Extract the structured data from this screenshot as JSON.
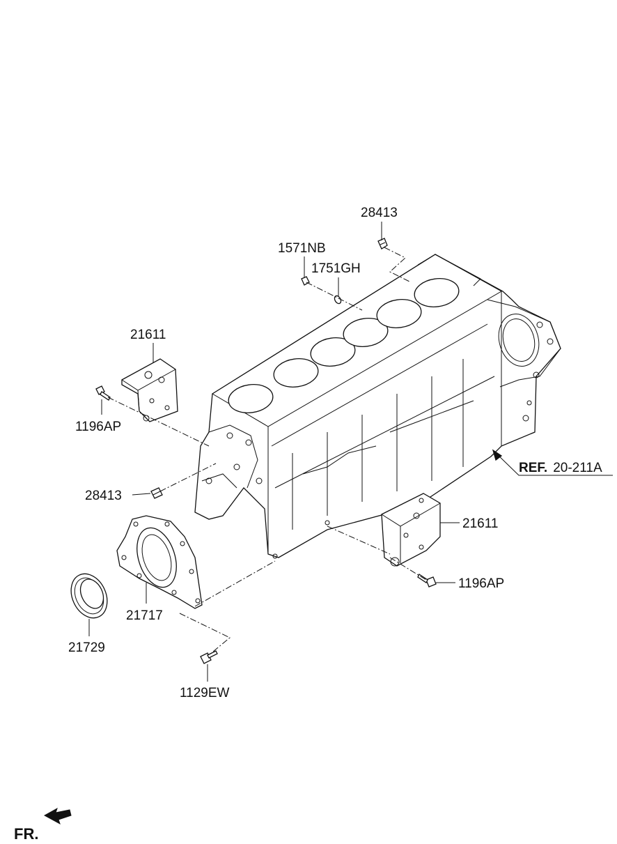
{
  "diagram": {
    "callouts": [
      {
        "id": "c1",
        "text": "28413"
      },
      {
        "id": "c2",
        "text": "1571NB"
      },
      {
        "id": "c3",
        "text": "1751GH"
      },
      {
        "id": "c4",
        "text": "21611"
      },
      {
        "id": "c5",
        "text": "1196AP"
      },
      {
        "id": "c6",
        "text": "28413"
      },
      {
        "id": "c7",
        "text": "21611"
      },
      {
        "id": "c8",
        "text": "1196AP"
      },
      {
        "id": "c9",
        "text": "21717"
      },
      {
        "id": "c10",
        "text": "21729"
      },
      {
        "id": "c11",
        "text": "1129EW"
      }
    ],
    "reference": {
      "prefix": "REF.",
      "code": "20-211A"
    },
    "orientation": {
      "label": "FR."
    }
  }
}
